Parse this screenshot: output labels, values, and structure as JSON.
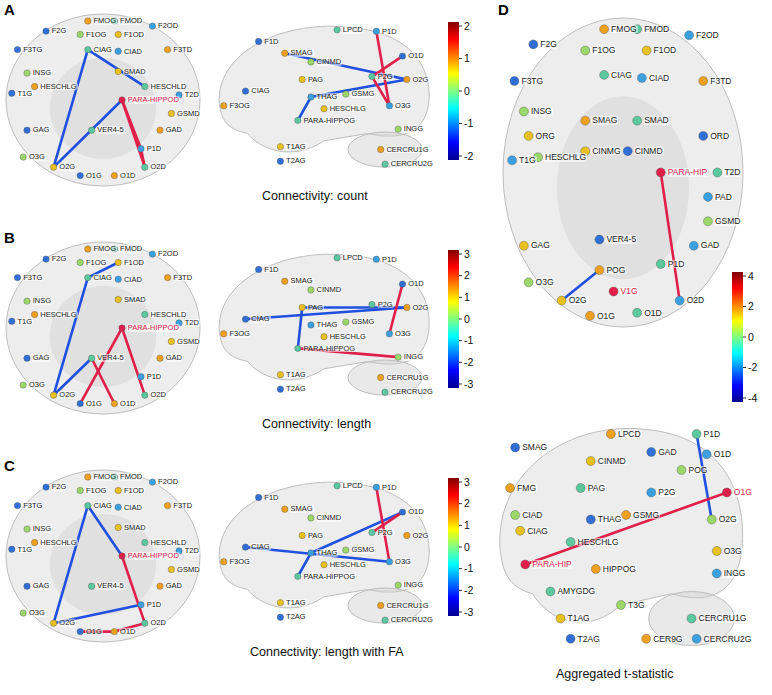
{
  "diagram": {
    "labels": [
      "A",
      "B",
      "C",
      "D",
      "Connectivity: count",
      "Connectivity: length",
      "Connectivity: length with FA",
      "Aggregated t-statistic",
      "2",
      "1",
      "0",
      "-1",
      "-2",
      "3",
      "2",
      "1",
      "0",
      "-1",
      "-2",
      "-3",
      "3",
      "2",
      "1",
      "0",
      "-1",
      "-2",
      "-3",
      "4",
      "2",
      "0",
      "-2",
      "-4",
      "F2G",
      "FMOG",
      "FMOD",
      "F2OD",
      "F1OG",
      "F1OD",
      "F3TG",
      "F3TD",
      "CIAG",
      "CIAD",
      "INSG",
      "SMAD",
      "T1G",
      "HESCHLG",
      "HESCHLD",
      "T2D",
      "PARA-HIPPOD",
      "GSMD",
      "GAG",
      "GAD",
      "VER4-5",
      "P1D",
      "O3G",
      "O2G",
      "O1G",
      "O1D",
      "O2D",
      "F1D",
      "SMAG",
      "LPCD",
      "P1D",
      "CINMD",
      "PAG",
      "O1D",
      "O2G",
      "P2G",
      "THAG",
      "GSMG",
      "HESCHLG",
      "CIAG",
      "F3OG",
      "PARA-HIPPOG",
      "O3G",
      "INGG",
      "T1AG",
      "T2AG",
      "CERCRU1G",
      "CERCRU2G",
      "F2G",
      "FMOG",
      "FMOD",
      "F2OD",
      "F1OG",
      "F1OD",
      "F3TG",
      "F3TD",
      "CIAG",
      "CIAD",
      "INSG",
      "SMAD",
      "T1G",
      "HESCHLG",
      "HESCHLD",
      "T2D",
      "PARA-HIPPOD",
      "GSMD",
      "GAG",
      "GAD",
      "VER4-5",
      "P1D",
      "O3G",
      "O2G",
      "O1G",
      "O1D",
      "O2D",
      "F1D",
      "SMAG",
      "LPCD",
      "P1D",
      "CINMD",
      "PAG",
      "O1D",
      "O2G",
      "P2G",
      "THAG",
      "GSMG",
      "HESCHLG",
      "CIAG",
      "F3OG",
      "PARA-HIPPOG",
      "O3G",
      "INGG",
      "T1AG",
      "T2AG",
      "CERCRU1G",
      "CERCRU2G",
      "F2G",
      "FMOG",
      "FMOD",
      "F2OD",
      "F1OG",
      "F1OD",
      "F3TG",
      "F3TD",
      "CIAG",
      "CIAD",
      "INSG",
      "SMAD",
      "T1G",
      "HESCHLG",
      "HESCHLD",
      "T2D",
      "PARA-HIPPOD",
      "GSMD",
      "GAG",
      "GAD",
      "VER4-5",
      "P1D",
      "O3G",
      "O2G",
      "O1G",
      "O1D",
      "O2D",
      "F1D",
      "SMAG",
      "LPCD",
      "P1D",
      "CINMD",
      "PAG",
      "O1D",
      "O2G",
      "P2G",
      "THAG",
      "GSMG",
      "HESCHLG",
      "CIAG",
      "F3OG",
      "PARA-HIPPOG",
      "O3G",
      "INGG",
      "T1AG",
      "T2AG",
      "CERCRU1G",
      "CERCRU2G",
      "F2G",
      "FMOG",
      "FMOD",
      "F2OD",
      "F1OG",
      "F1OD",
      "F3TG",
      "F3TD",
      "CIAG",
      "CIAD",
      "INSG",
      "ORG",
      "ORD",
      "SMAG",
      "SMAD",
      "T1G",
      "HESCHLG",
      "CINMG",
      "CINMD",
      "PARA-HIP",
      "T2D",
      "PAD",
      "GSMD",
      "GAG",
      "VER4-5",
      "POG",
      "P1D",
      "GAD",
      "O3G",
      "O2G",
      "V1G",
      "O1G",
      "O1D",
      "O2D",
      "SMAG",
      "LPCD",
      "P1D",
      "O1D",
      "POG",
      "CINMD",
      "GAD",
      "FMG",
      "PAG",
      "P2G",
      "CIAD",
      "CIAG",
      "THAG",
      "GSMG",
      "HESCHLG",
      "O1G",
      "O2G",
      "O3G",
      "PARA-HIP",
      "HIPPOG",
      "AMYGDG",
      "INGG",
      "T3G",
      "T1AG",
      "T2AG",
      "CER9G",
      "CERCRU1G",
      "CERCRU2G"
    ]
  }
}
